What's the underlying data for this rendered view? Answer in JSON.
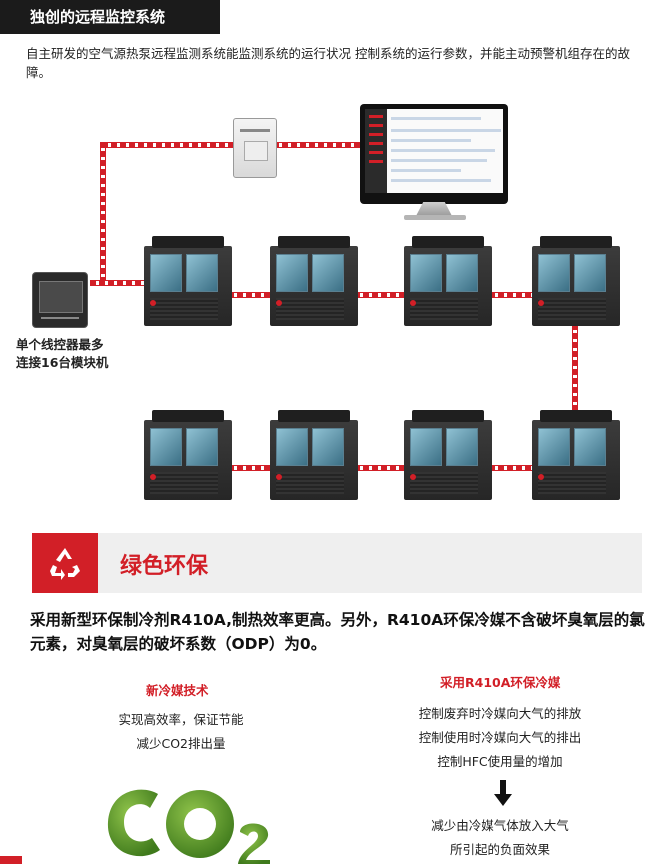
{
  "section1": {
    "title": "独创的远程监控系统",
    "description": "自主研发的空气源热泵远程监测系统能监测系统的运行状况 控制系统的运行参数，并能主动预警机组存在的故障。"
  },
  "diagram": {
    "controller_label_line1": "单个线控器最多",
    "controller_label_line2": "连接16台模块机"
  },
  "section2": {
    "icon": "recycle-icon",
    "title": "绿色环保",
    "description": "采用新型环保制冷剂R410A,制热效率更高。另外，R410A环保冷媒不含破坏臭氧层的氯元素，对臭氧层的破坏系数（ODP）为0。"
  },
  "left_column": {
    "title": "新冷媒技术",
    "line1": "实现高效率，保证节能",
    "line2": "减少CO2排出量"
  },
  "right_column": {
    "title": "采用R410A环保冷媒",
    "line1": "控制废弃时冷媒向大气的排放",
    "line2": "控制使用时冷媒向大气的排出",
    "line3": "控制HFC使用量的增加",
    "result_line1": "减少由冷媒气体放入大气",
    "result_line2": "所引起的负面效果"
  },
  "co2_logo_text": "CO2",
  "colors": {
    "accent": "#d21f27",
    "dark": "#1b1b1b",
    "leaf": "#5f9e2e"
  }
}
